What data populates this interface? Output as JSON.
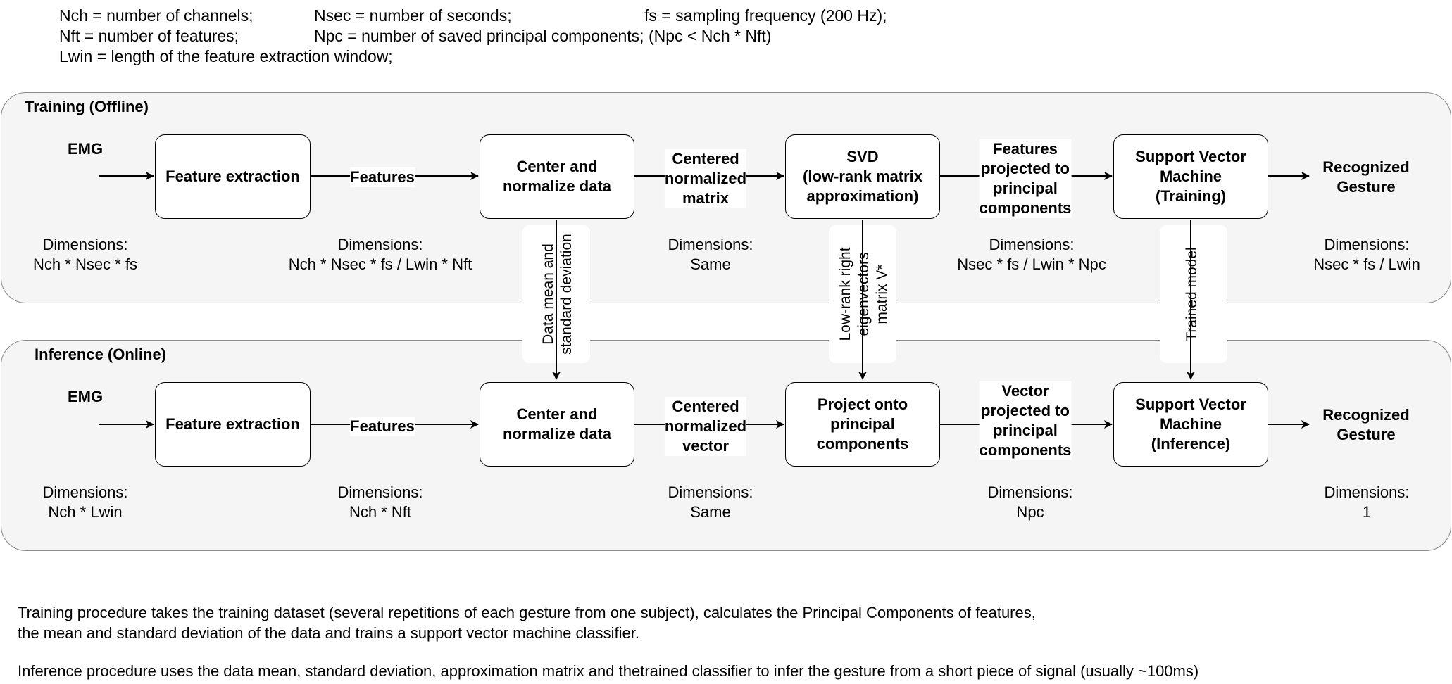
{
  "legend": {
    "line1_a": "Nch = number of channels;",
    "line1_b": "Nsec = number of seconds;",
    "line1_c": "fs = sampling frequency (200 Hz);",
    "line2_a": "Nft = number of features;",
    "line2_b": "Npc = number of saved principal components; (Npc < Nch * Nft)",
    "line3": "Lwin = length of the feature extraction window;"
  },
  "training": {
    "title": "Training (Offline)",
    "input": "EMG",
    "nodes": {
      "feature": "Feature extraction",
      "center": "Center and\nnormalize data",
      "svd": "SVD\n(low-rank matrix\napproximation)",
      "svm": "Support Vector\nMachine\n(Training)"
    },
    "edges": {
      "features": "Features",
      "centered": "Centered\nnormalized\nmatrix",
      "projected": "Features\nprojected to\nprincipal\ncomponents"
    },
    "output": "Recognized\nGesture",
    "dims": [
      {
        "label": "Dimensions:",
        "value": "Nch * Nsec * fs"
      },
      {
        "label": "Dimensions:",
        "value": "Nch * Nsec * fs / Lwin * Nft"
      },
      {
        "label": "Dimensions:",
        "value": "Same"
      },
      {
        "label": "Dimensions:",
        "value": "Nsec * fs / Lwin * Npc"
      },
      {
        "label": "Dimensions:",
        "value": "Nsec * fs / Lwin"
      }
    ]
  },
  "inference": {
    "title": "Inference (Online)",
    "input": "EMG",
    "nodes": {
      "feature": "Feature extraction",
      "center": "Center and\nnormalize data",
      "project": "Project onto\nprincipal\ncomponents",
      "svm": "Support Vector\nMachine\n(Inference)"
    },
    "edges": {
      "features": "Features",
      "centered": "Centered\nnormalized\nvector",
      "projected": "Vector\nprojected to\nprincipal\ncomponents"
    },
    "output": "Recognized\nGesture",
    "dims": [
      {
        "label": "Dimensions:",
        "value": "Nch * Lwin"
      },
      {
        "label": "Dimensions:",
        "value": "Nch * Nft"
      },
      {
        "label": "Dimensions:",
        "value": "Same"
      },
      {
        "label": "Dimensions:",
        "value": "Npc"
      },
      {
        "label": "Dimensions:",
        "value": "1"
      }
    ]
  },
  "cross_links": {
    "mean_std": "Data mean and\nstandard deviation",
    "eigenvectors": "Low-rank right\neigenvectors\nmatrix V*",
    "trained_model": "Trained model"
  },
  "description": {
    "training_1": "Training procedure takes the training dataset (several repetitions of each gesture from one subject), calculates the Principal Components of features,",
    "training_2": "the mean and standard deviation of the data and trains a support vector machine classifier.",
    "inference": "Inference procedure uses the data mean, standard deviation, approximation matrix and thetrained classifier to infer the gesture from a short piece of signal (usually ~100ms)"
  }
}
